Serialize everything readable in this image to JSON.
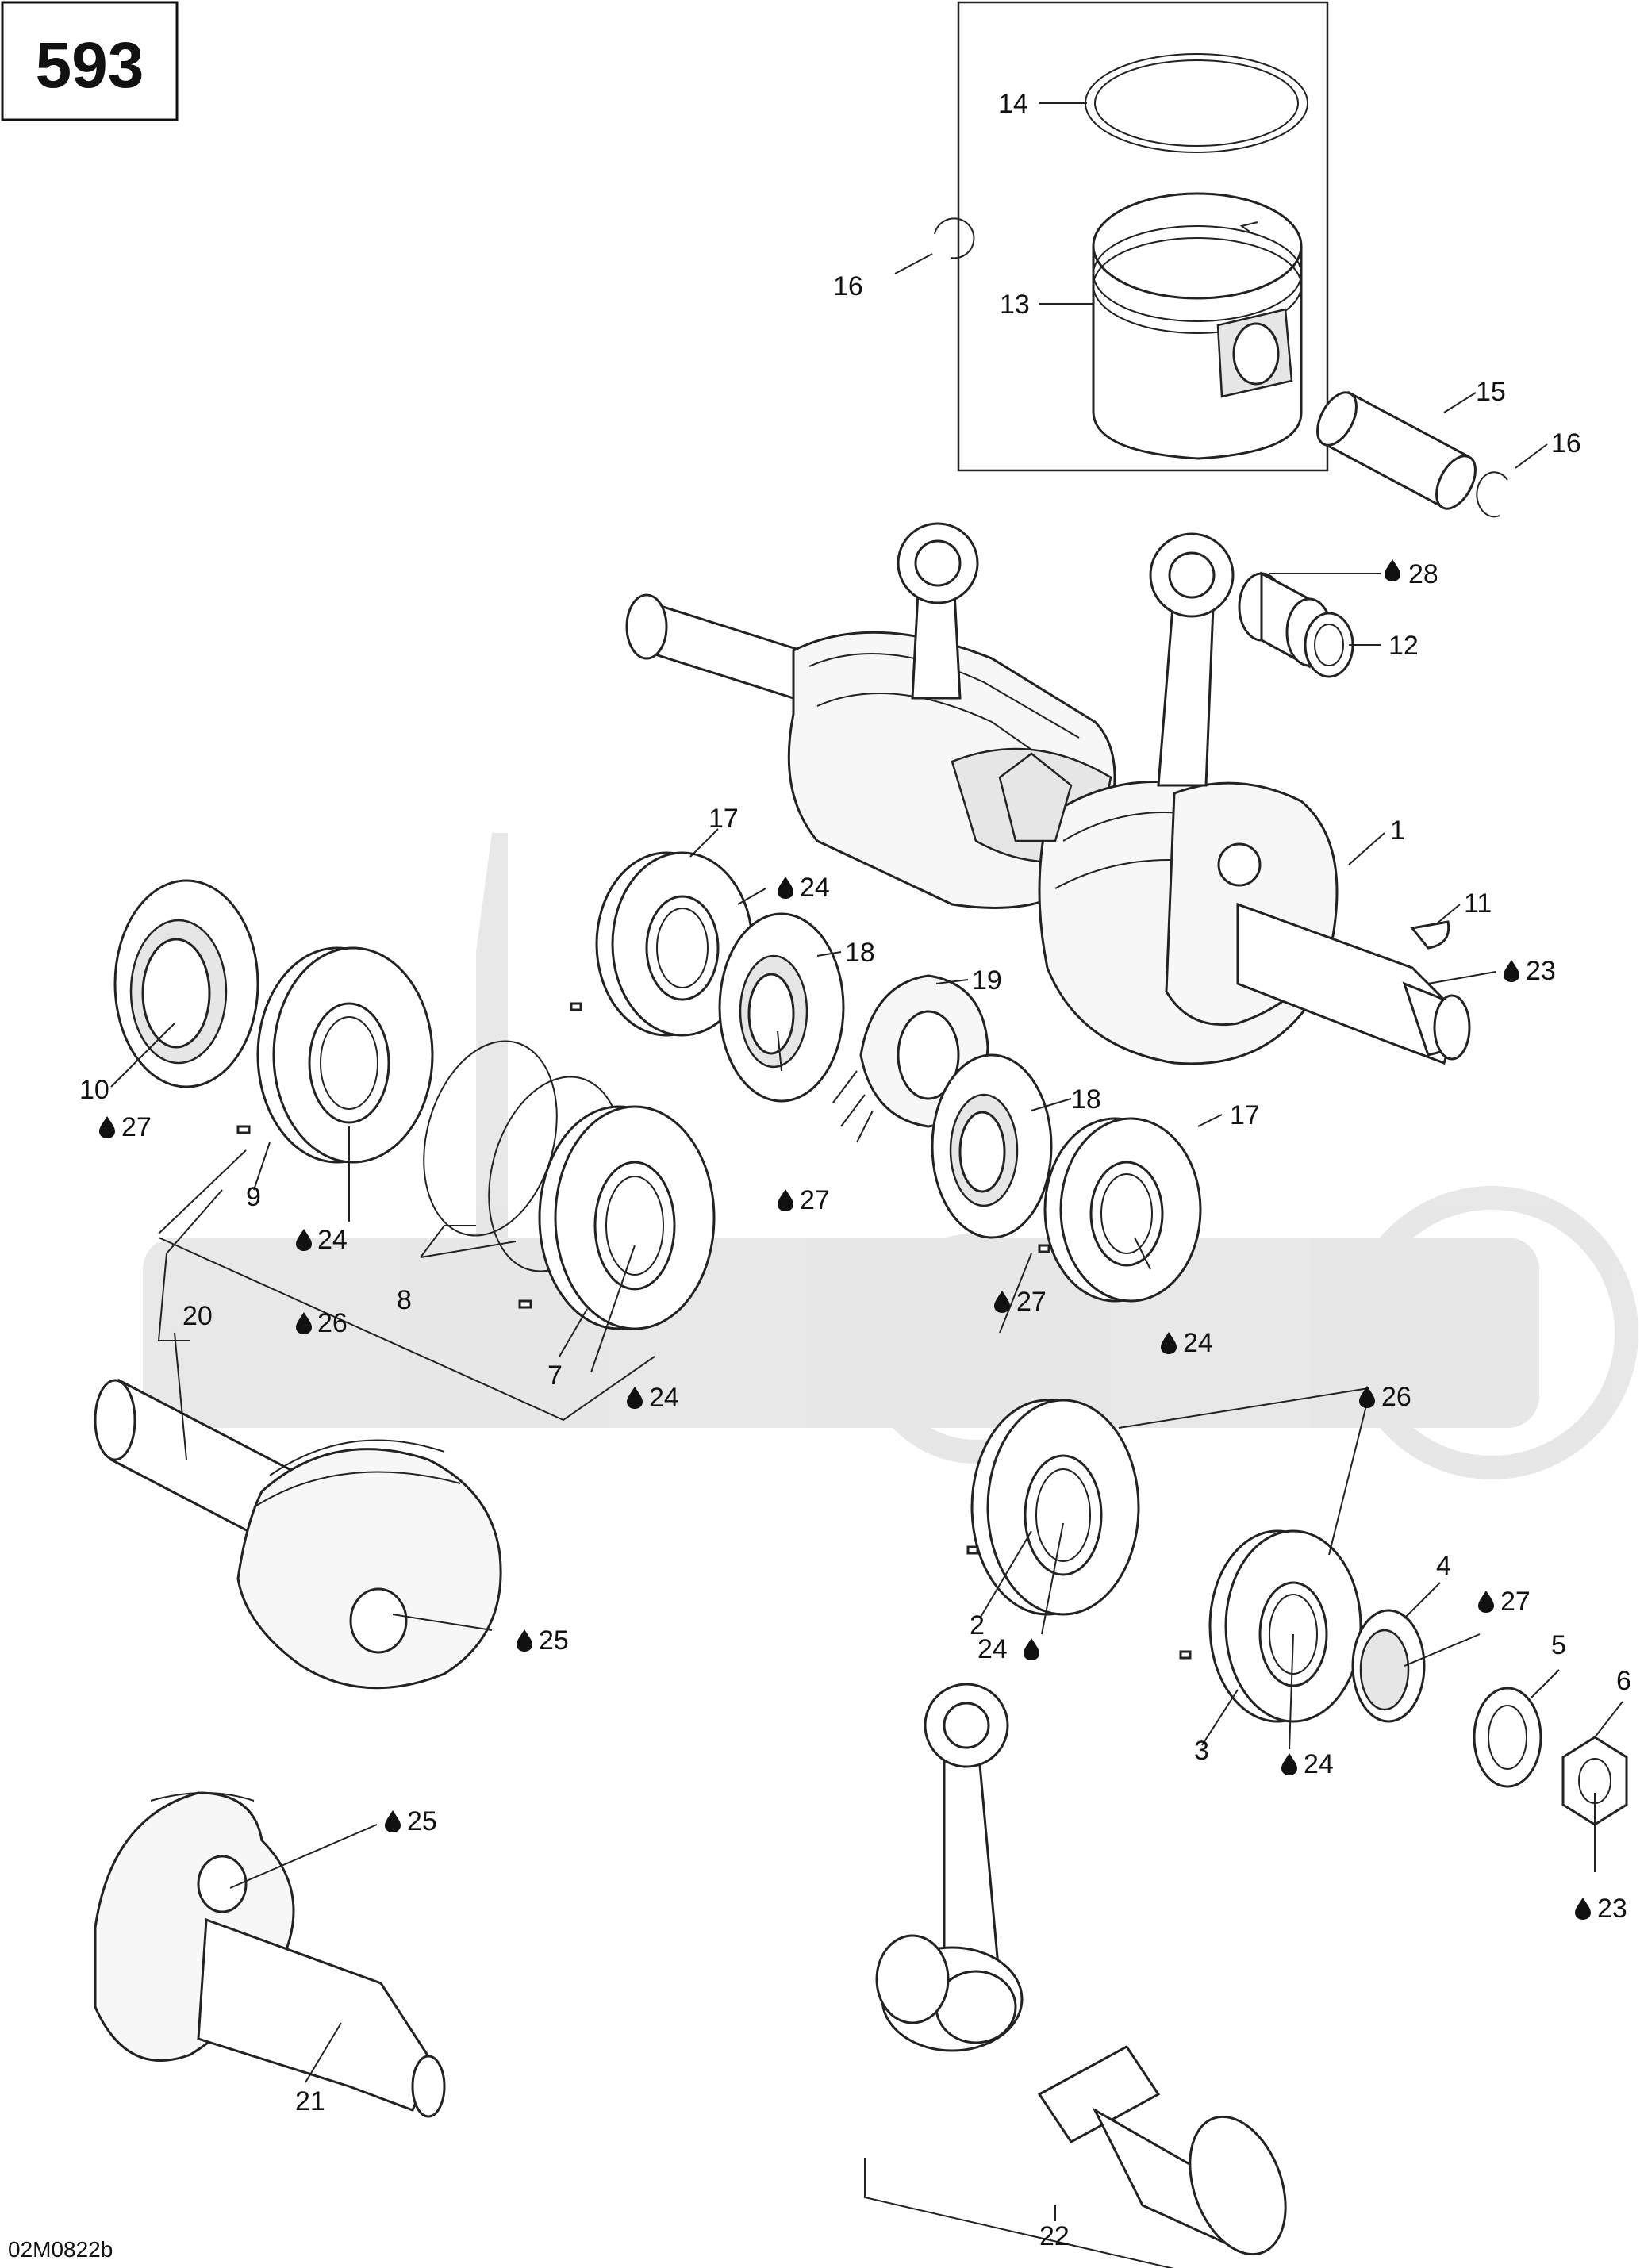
{
  "diagram_number": "593",
  "image_code": "02M0822b",
  "oil_icon": "oil-drop-icon",
  "callouts": [
    {
      "id": "c14",
      "text": "14"
    },
    {
      "id": "c16a",
      "text": "16"
    },
    {
      "id": "c13",
      "text": "13"
    },
    {
      "id": "c15",
      "text": "15"
    },
    {
      "id": "c16b",
      "text": "16"
    },
    {
      "id": "c28",
      "text": "28"
    },
    {
      "id": "c12",
      "text": "12"
    },
    {
      "id": "c17a",
      "text": "17"
    },
    {
      "id": "c24a",
      "text": "24"
    },
    {
      "id": "c18a",
      "text": "18"
    },
    {
      "id": "c19",
      "text": "19"
    },
    {
      "id": "c1",
      "text": "1"
    },
    {
      "id": "c11",
      "text": "11"
    },
    {
      "id": "c23a",
      "text": "23"
    },
    {
      "id": "c10",
      "text": "10"
    },
    {
      "id": "c27a",
      "text": "27"
    },
    {
      "id": "c9",
      "text": "9"
    },
    {
      "id": "c27b",
      "text": "27"
    },
    {
      "id": "c18b",
      "text": "18"
    },
    {
      "id": "c17b",
      "text": "17"
    },
    {
      "id": "c24b",
      "text": "24"
    },
    {
      "id": "c8",
      "text": "8"
    },
    {
      "id": "c26a",
      "text": "26"
    },
    {
      "id": "c20",
      "text": "20"
    },
    {
      "id": "c7",
      "text": "7"
    },
    {
      "id": "c24c",
      "text": "24"
    },
    {
      "id": "c27c",
      "text": "27"
    },
    {
      "id": "c24d",
      "text": "24"
    },
    {
      "id": "c26b",
      "text": "26"
    },
    {
      "id": "c25a",
      "text": "25"
    },
    {
      "id": "c2",
      "text": "2"
    },
    {
      "id": "c24e",
      "text": "24"
    },
    {
      "id": "c4",
      "text": "4"
    },
    {
      "id": "c27d",
      "text": "27"
    },
    {
      "id": "c5",
      "text": "5"
    },
    {
      "id": "c6",
      "text": "6"
    },
    {
      "id": "c3",
      "text": "3"
    },
    {
      "id": "c24f",
      "text": "24"
    },
    {
      "id": "c25b",
      "text": "25"
    },
    {
      "id": "c23b",
      "text": "23"
    },
    {
      "id": "c21",
      "text": "21"
    },
    {
      "id": "c22",
      "text": "22"
    }
  ]
}
